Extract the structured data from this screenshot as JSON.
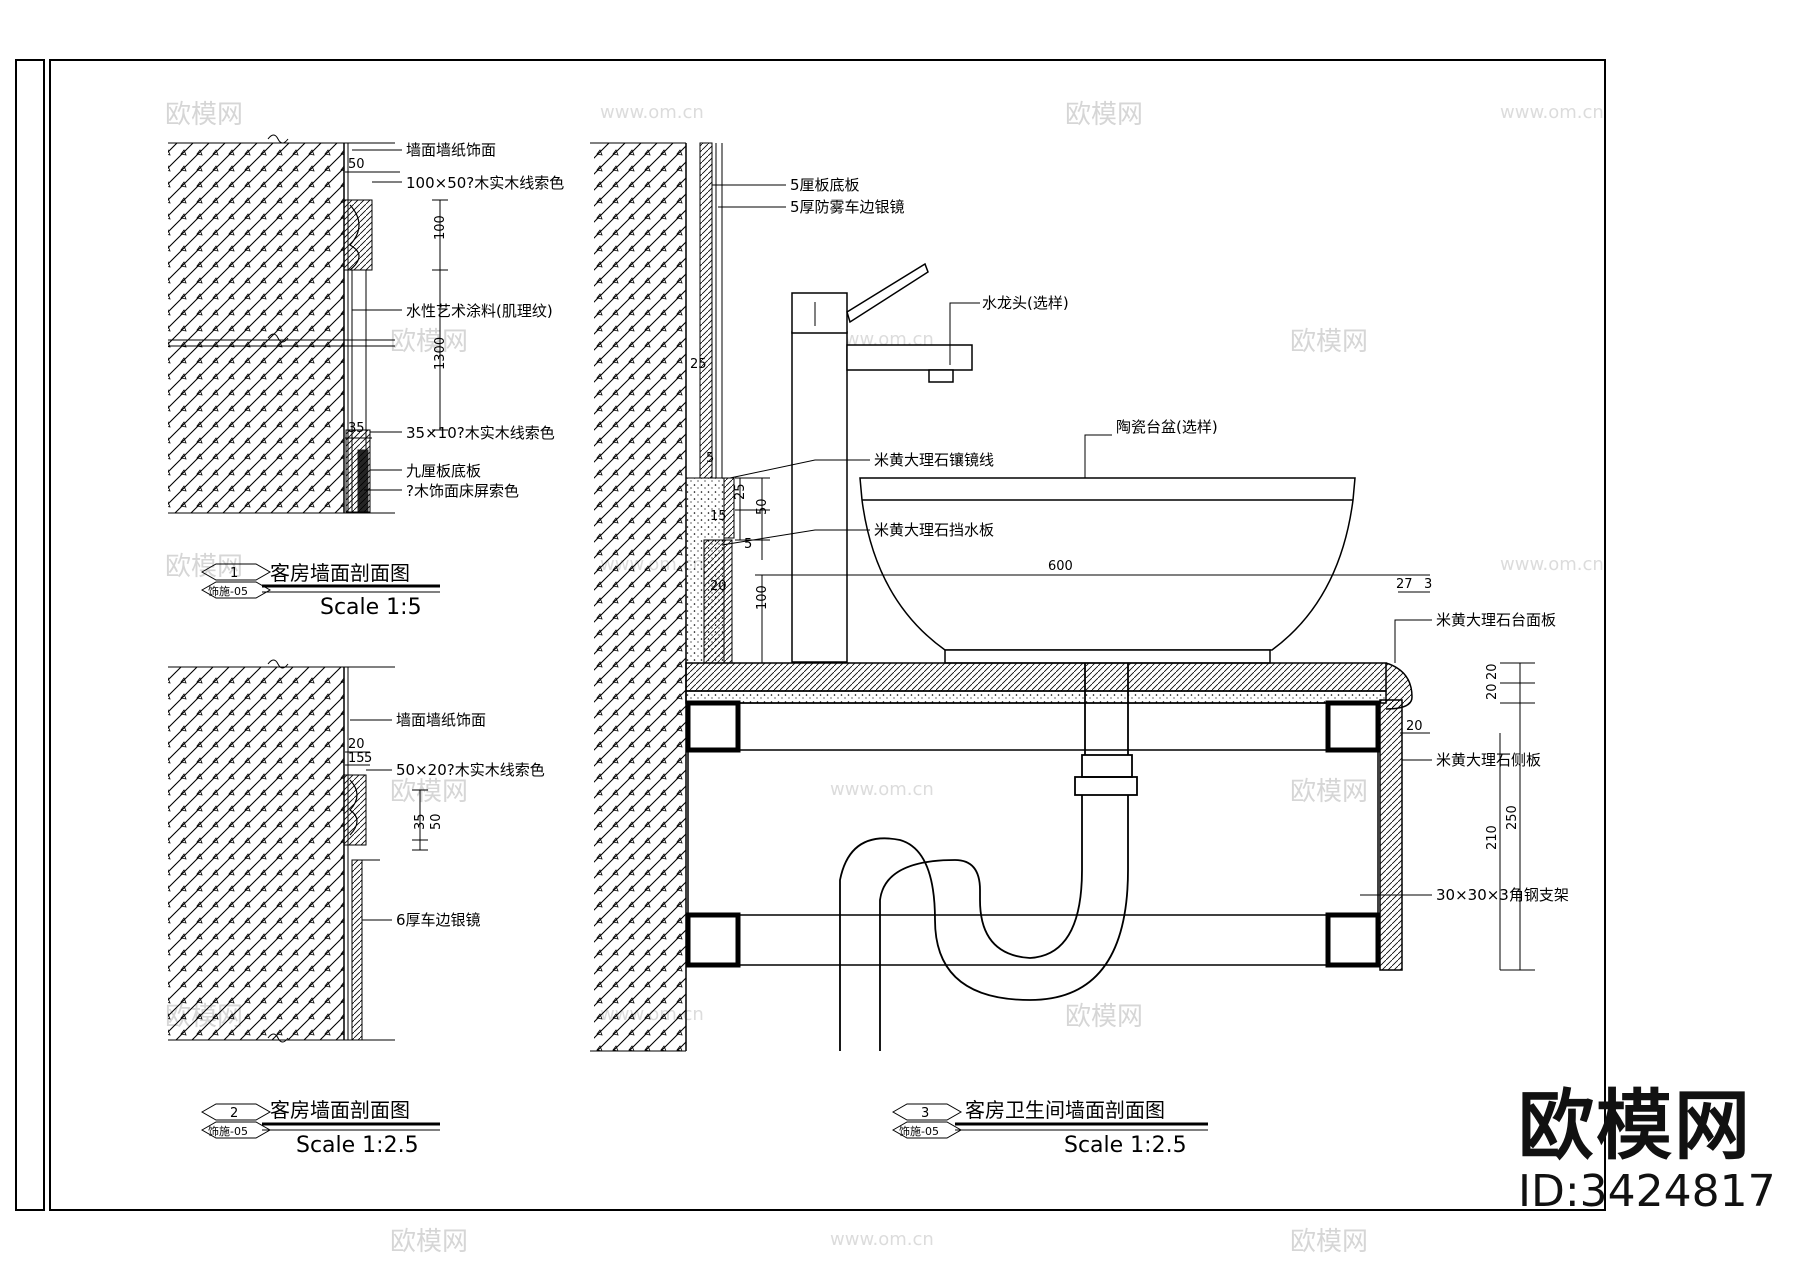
{
  "details": [
    {
      "number": "1",
      "sheet": "饰施-05",
      "title": "客房墙面剖面图",
      "scale": "Scale 1:5",
      "labels": [
        "墙面墙纸饰面",
        "100×50?木实木线索色",
        "水性艺术涂料(肌理纹)",
        "35×10?木实木线索色",
        "九厘板底板",
        "?木饰面床屏索色"
      ],
      "dims": [
        "50",
        "100",
        "1300",
        "35"
      ]
    },
    {
      "number": "2",
      "sheet": "饰施-05",
      "title": "客房墙面剖面图",
      "scale": "Scale 1:2.5",
      "labels": [
        "墙面墙纸饰面",
        "50×20?木实木线索色",
        "6厚车边银镜"
      ],
      "dims": [
        "20",
        "15",
        "5",
        "35",
        "50"
      ]
    },
    {
      "number": "3",
      "sheet": "饰施-05",
      "title": "客房卫生间墙面剖面图",
      "scale": "Scale 1:2.5",
      "labels": [
        "5厘板底板",
        "5厚防雾车边银镜",
        "水龙头(选样)",
        "陶瓷台盆(选样)",
        "米黄大理石镶镜线",
        "米黄大理石挡水板",
        "米黄大理石台面板",
        "米黄大理石侧板",
        "30×30×3角钢支架"
      ],
      "dims": [
        "25",
        "5",
        "25",
        "50",
        "15",
        "5",
        "20",
        "100",
        "600",
        "27",
        "3",
        "20",
        "20",
        "20",
        "210",
        "250"
      ]
    }
  ],
  "watermark": {
    "logo": "欧模网",
    "url": "www.om.cn"
  },
  "brand": {
    "logo": "欧模网",
    "id": "ID:3424817"
  }
}
